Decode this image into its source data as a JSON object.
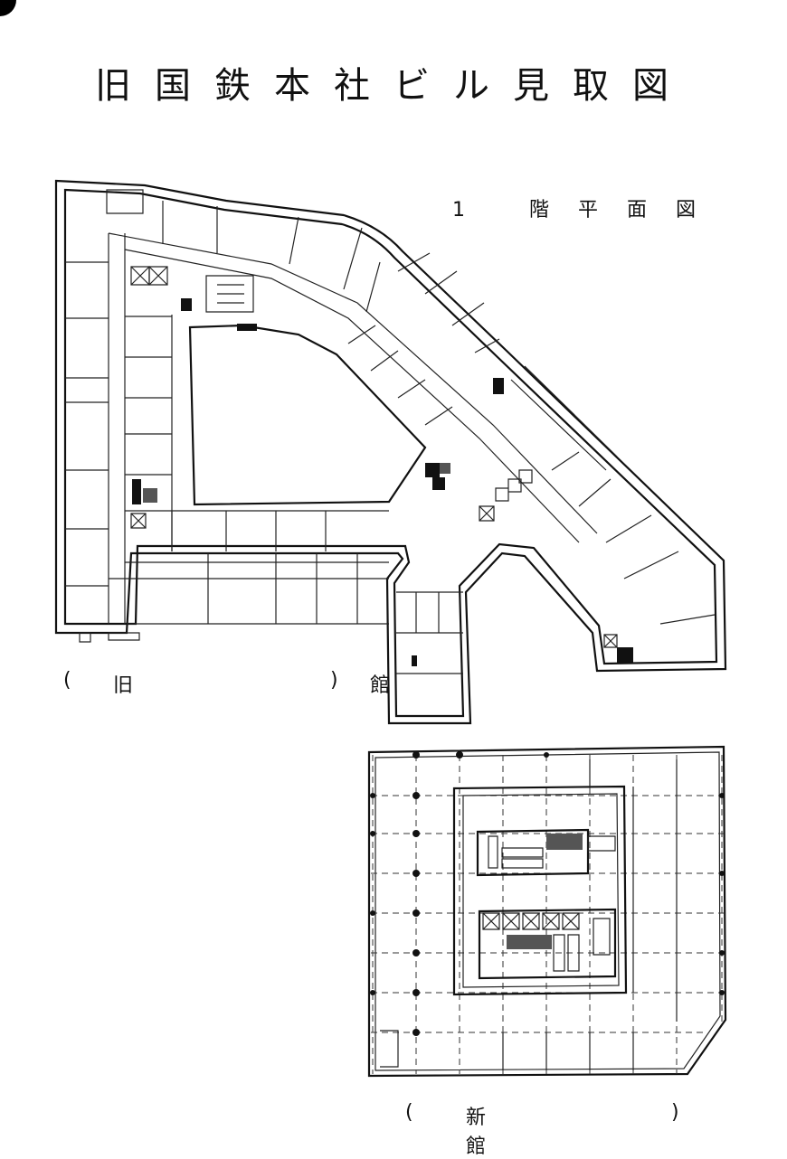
{
  "title": "旧国鉄本社ビル見取図",
  "floor_label": "1 階平面図",
  "old_wing": {
    "open": "(",
    "label": "旧　館",
    "close": ")"
  },
  "new_wing": {
    "open": "(",
    "label": "新　館",
    "close": ")"
  }
}
